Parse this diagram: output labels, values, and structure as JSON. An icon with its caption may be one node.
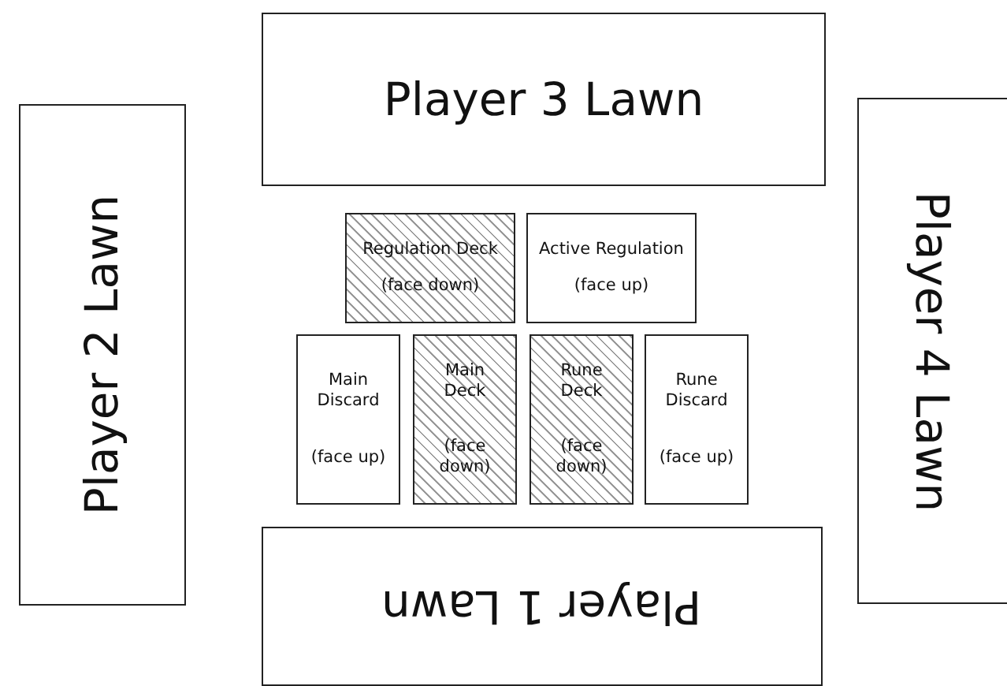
{
  "diagram": {
    "nodes": [
      {
        "text": [
          "Player 3 Lawn"
        ]
      },
      {
        "text": [
          "Player 2 Lawn"
        ]
      },
      {
        "text": [
          "Regulation Deck",
          "(face down)"
        ]
      },
      {
        "text": [
          "Active Regulation",
          "(face up)"
        ]
      },
      {
        "text": [
          "Main Discard",
          "(face up)"
        ]
      },
      {
        "text": [
          "Main Deck",
          "(face down)"
        ]
      },
      {
        "text": [
          "Rune Deck",
          "(face down)"
        ]
      },
      {
        "text": [
          "Rune Discard",
          "(face up)"
        ]
      },
      {
        "text": [
          "Player 4 Lawn"
        ]
      },
      {
        "text": [
          "Player 1 Lawn"
        ]
      }
    ]
  }
}
